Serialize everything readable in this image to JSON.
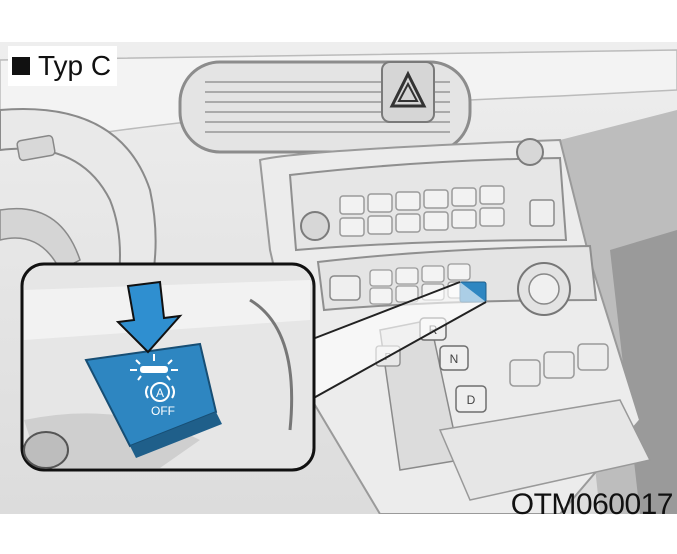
{
  "header": {
    "variant_label": "Typ C"
  },
  "figure": {
    "code": "OTM060017"
  },
  "callout": {
    "button_off_text": "OFF"
  },
  "colors": {
    "accent_blue": "#2f8fd0",
    "button_blue": "#2e86c1"
  }
}
